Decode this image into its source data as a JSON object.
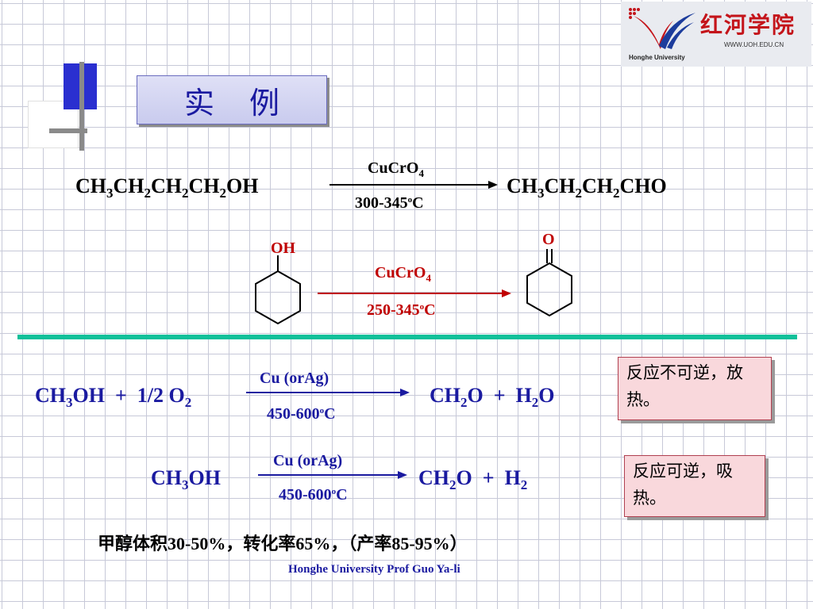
{
  "logo": {
    "cn": "红河学院",
    "url": "WWW.UOH.EDU.CN",
    "en": "Honghe University"
  },
  "title": "实例",
  "reaction1": {
    "reactant_parts": [
      "CH",
      "3",
      "CH",
      "2",
      "CH",
      "2",
      "CH",
      "2",
      "OH"
    ],
    "product_parts": [
      "CH",
      "3",
      "CH",
      "2",
      "CH",
      "2",
      "CHO"
    ],
    "catalyst": "CuCrO",
    "catalyst_sub": "4",
    "temp": "300-345",
    "temp_sup": "o",
    "temp_unit": "C"
  },
  "reaction2": {
    "oh_label": "OH",
    "o_label": "O",
    "catalyst": "CuCrO",
    "catalyst_sub": "4",
    "temp": "250-345",
    "temp_sup": "o",
    "temp_unit": "C"
  },
  "reaction3": {
    "reactant_a": "CH",
    "reactant_a_sub": "3",
    "reactant_a_rest": "OH",
    "plus1": "+",
    "reactant_b": "1/2 O",
    "reactant_b_sub": "2",
    "product_a": "CH",
    "product_a_sub": "2",
    "product_a_rest": "O",
    "plus2": "+",
    "product_b": "H",
    "product_b_sub": "2",
    "product_b_rest": "O",
    "catalyst": "Cu (orAg)",
    "temp": "450-600",
    "temp_sup": "o",
    "temp_unit": "C",
    "note": "反应不可逆，放热。"
  },
  "reaction4": {
    "reactant_a": "CH",
    "reactant_a_sub": "3",
    "reactant_a_rest": "OH",
    "product_a": "CH",
    "product_a_sub": "2",
    "product_a_rest": "O",
    "plus": "+",
    "product_b": "H",
    "product_b_sub": "2",
    "catalyst": "Cu (orAg)",
    "temp": "450-600",
    "temp_sup": "o",
    "temp_unit": "C",
    "note": "反应可逆，吸热。"
  },
  "summary": "甲醇体积30-50%，转化率65%，（产率85-95%）",
  "credit": "Honghe University   Prof Guo Ya-li"
}
